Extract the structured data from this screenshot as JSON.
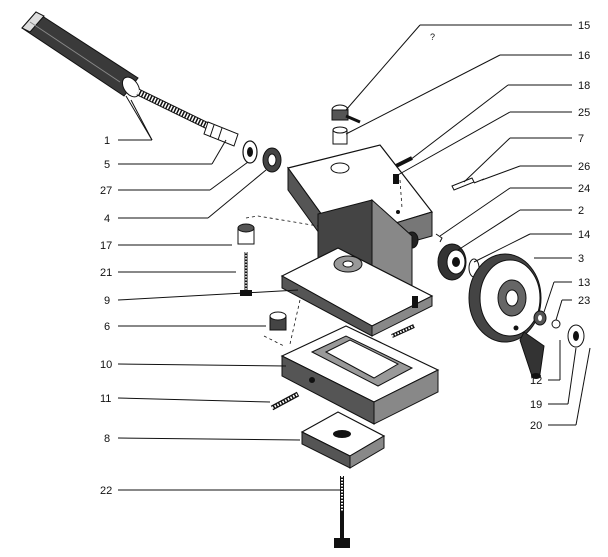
{
  "diagram": {
    "callouts_right": [
      {
        "id": "c15",
        "label": "15"
      },
      {
        "id": "c16",
        "label": "16"
      },
      {
        "id": "c18",
        "label": "18"
      },
      {
        "id": "c25",
        "label": "25"
      },
      {
        "id": "c7",
        "label": "7"
      },
      {
        "id": "c26",
        "label": "26"
      },
      {
        "id": "c24",
        "label": "24"
      },
      {
        "id": "c2",
        "label": "2"
      },
      {
        "id": "c14",
        "label": "14"
      },
      {
        "id": "c3",
        "label": "3"
      },
      {
        "id": "c13",
        "label": "13"
      },
      {
        "id": "c23",
        "label": "23"
      },
      {
        "id": "c12",
        "label": "12"
      },
      {
        "id": "c19",
        "label": "19"
      },
      {
        "id": "c20",
        "label": "20"
      }
    ],
    "callouts_left": [
      {
        "id": "c1",
        "label": "1"
      },
      {
        "id": "c5",
        "label": "5"
      },
      {
        "id": "c27",
        "label": "27"
      },
      {
        "id": "c4",
        "label": "4"
      },
      {
        "id": "c17",
        "label": "17"
      },
      {
        "id": "c21",
        "label": "21"
      },
      {
        "id": "c9",
        "label": "9"
      },
      {
        "id": "c6",
        "label": "6"
      },
      {
        "id": "c10",
        "label": "10"
      },
      {
        "id": "c11",
        "label": "11"
      },
      {
        "id": "c8",
        "label": "8"
      },
      {
        "id": "c22",
        "label": "22"
      }
    ],
    "stray_mark": "?"
  }
}
